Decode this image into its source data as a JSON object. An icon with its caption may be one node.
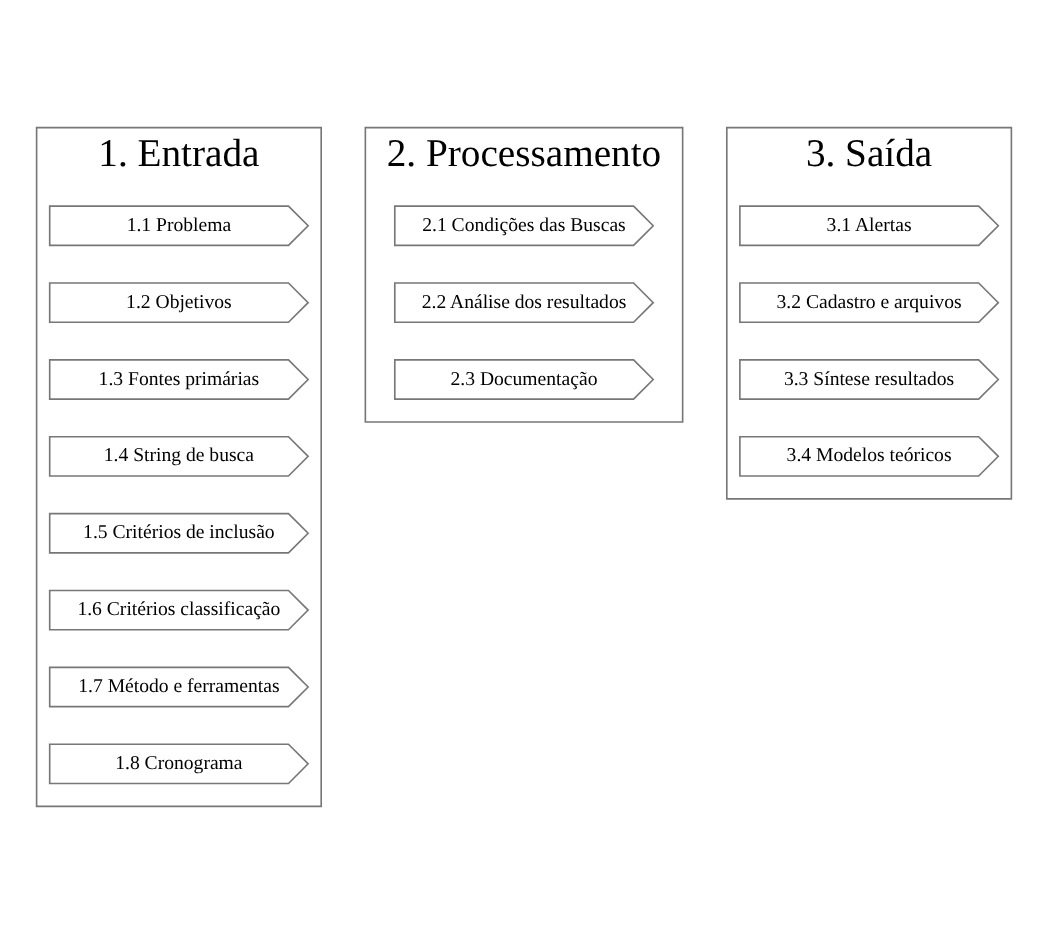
{
  "diagram": {
    "nodes": [
      {
        "text": [
          "1. Entrada"
        ]
      },
      {
        "text": [
          "1.1 Problema"
        ],
        "in": 0
      },
      {
        "text": [
          "1.2 Objetivos"
        ],
        "in": 0
      },
      {
        "text": [
          "1.3 Fontes primárias"
        ],
        "in": 0
      },
      {
        "text": [
          "1.4 String de busca"
        ],
        "in": 0
      },
      {
        "text": [
          "1.5 Critérios de inclusão"
        ],
        "in": 0
      },
      {
        "text": [
          "1.6 Critérios classificação"
        ],
        "in": 0
      },
      {
        "text": [
          "1.7 Método e ferramentas"
        ],
        "in": 0
      },
      {
        "text": [
          "1.8 Cronograma"
        ],
        "in": 0
      },
      {
        "text": [
          "2. Processamento"
        ]
      },
      {
        "text": [
          "2.1 Condições das Buscas"
        ],
        "in": 9
      },
      {
        "text": [
          "2.2 Análise dos resultados"
        ],
        "in": 9
      },
      {
        "text": [
          "2.3 Documentação"
        ],
        "in": 9
      },
      {
        "text": [
          "3. Saída"
        ]
      },
      {
        "text": [
          "3.1 Alertas"
        ],
        "in": 13
      },
      {
        "text": [
          "3.2 Cadastro e arquivos"
        ],
        "in": 13
      },
      {
        "text": [
          "3.3 Síntese resultados"
        ],
        "in": 13
      },
      {
        "text": [
          "3.4 Modelos teóricos"
        ],
        "in": 13
      }
    ]
  }
}
